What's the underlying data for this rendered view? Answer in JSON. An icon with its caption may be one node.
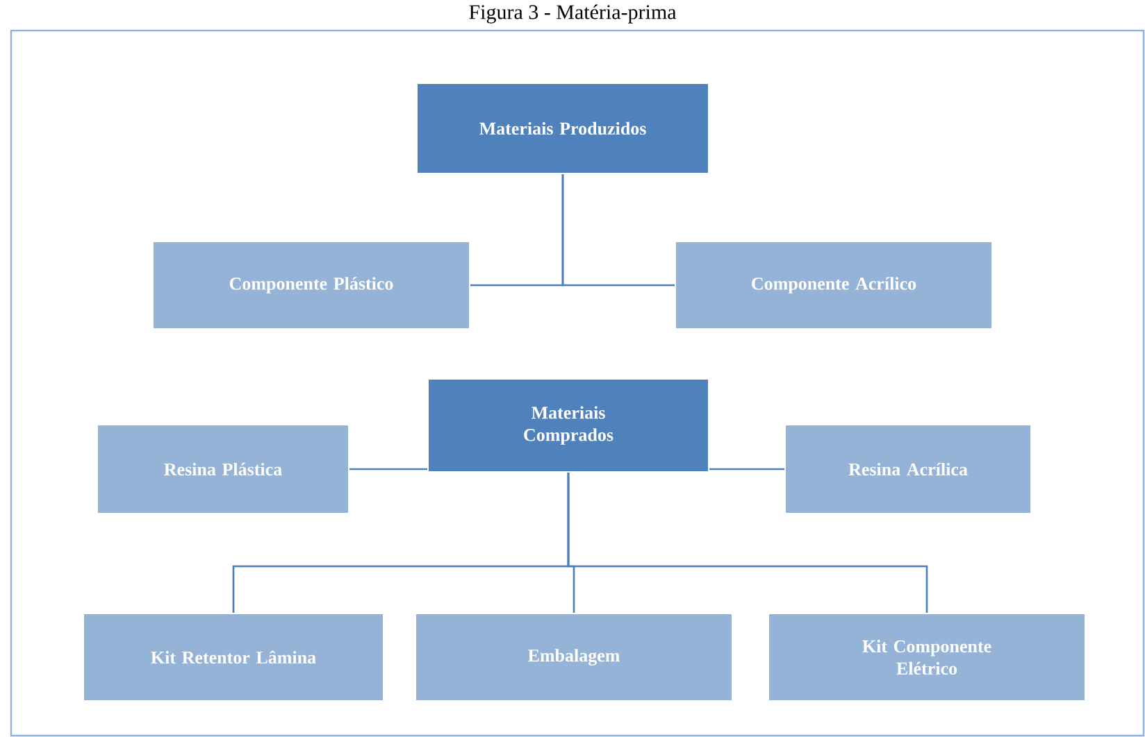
{
  "diagram": {
    "title": "Figura 3 - Matéria-prima",
    "nodes": [
      {
        "text": [
          "Materiais Produzidos"
        ]
      },
      {
        "text": [
          "Componente Plástico"
        ]
      },
      {
        "text": [
          "Componente Acrílico"
        ]
      },
      {
        "text": [
          "Materiais Comprados"
        ]
      },
      {
        "text": [
          "Resina Plástica"
        ]
      },
      {
        "text": [
          "Resina Acrílica"
        ]
      },
      {
        "text": [
          "Kit Retentor Lâmina"
        ]
      },
      {
        "text": [
          "Embalagem"
        ]
      },
      {
        "text": [
          "Kit Componente Elétrico"
        ]
      }
    ],
    "edges": [
      {
        "from": 0,
        "to": 1,
        "arrow": "none"
      },
      {
        "from": 0,
        "to": 2,
        "arrow": "none"
      },
      {
        "from": 3,
        "to": 4,
        "arrow": "none"
      },
      {
        "from": 3,
        "to": 5,
        "arrow": "none"
      },
      {
        "from": 3,
        "to": 6,
        "arrow": "none"
      },
      {
        "from": 3,
        "to": 7,
        "arrow": "none"
      },
      {
        "from": 3,
        "to": 8,
        "arrow": "none"
      }
    ]
  }
}
